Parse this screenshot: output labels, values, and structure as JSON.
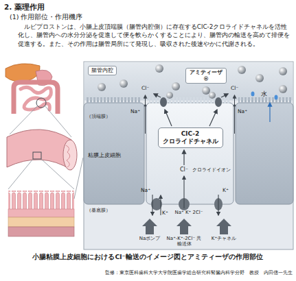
{
  "diagram": {
    "title": "2. 薬理作用",
    "caption": "小腸粘膜上皮細胞におけるCl⁻輸送のイメージ図とアミティーザの作用部位",
    "nodes": [
      {
        "text": [
          "腸管内腔"
        ]
      },
      {
        "text": [
          "アミティーザ®"
        ]
      },
      {
        "text": [
          "ClC-2 クロライドチャネル"
        ]
      }
    ],
    "labels": [
      "(1) 作用部位・作用機序",
      "ルビプロストンは、小腸上皮頂端膜（腸管内腔側）に存在するClC-2クロライドチャネルを活性化し、腸管内への水分分泌を促進して便を軟らかくすることにより、腸管内の輸送を高めて排便を促進する。また、その作用は腸管局所にて発現し、吸収された後速やかに代謝される。",
      "水",
      "Na⁺",
      "Cl⁻",
      "Cl⁻",
      "Na⁺",
      "（頂端膜）",
      "粘膜上皮細胞",
      "Cl⁻",
      "クロライドイオン",
      "（基底膜）",
      "Na⁺",
      "K⁺",
      "K⁺",
      "Na⁺ K⁺ 2Cl⁻",
      "Naポンプ",
      "Na⁺-K⁺-2Cl⁻ 共輸送体",
      "K⁺チャネル",
      "監修：東京医科歯科大学大学院医歯学総合研究科腎臓内科学分野　教授　内田信一先生"
    ]
  }
}
